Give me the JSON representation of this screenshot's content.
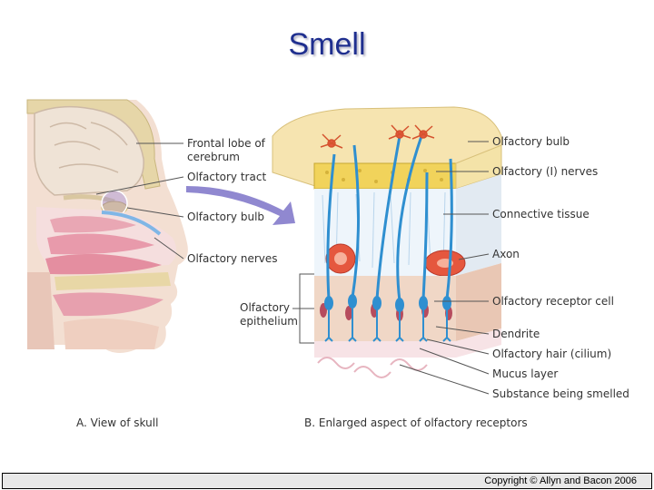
{
  "title": "Smell",
  "skull_labels": {
    "frontal_lobe_line1": "Frontal lobe of",
    "frontal_lobe_line2": "cerebrum",
    "olfactory_tract": "Olfactory tract",
    "olfactory_bulb": "Olfactory bulb",
    "olfactory_nerves": "Olfactory nerves",
    "epithelium_line1": "Olfactory",
    "epithelium_line2": "epithelium"
  },
  "receptor_labels": {
    "olfactory_bulb": "Olfactory bulb",
    "olfactory_nerves": "Olfactory (I) nerves",
    "connective_tissue": "Connective tissue",
    "axon": "Axon",
    "receptor_cell": "Olfactory receptor cell",
    "dendrite": "Dendrite",
    "hair": "Olfactory hair (cilium)",
    "mucus": "Mucus layer",
    "substance": "Substance being smelled"
  },
  "captions": {
    "a": "A. View of skull",
    "b": "B. Enlarged aspect of olfactory receptors"
  },
  "footer": {
    "copyright": "Copyright © Allyn and Bacon 2006"
  },
  "colors": {
    "title": "#1f2f8f",
    "nerve_blue": "#2f8fd0",
    "bulb_yellow": "#f2dc8a",
    "skin": "#f2c9b4",
    "brain": "#efe3d6",
    "mucosa_pink": "#e9a7b4",
    "callout_purple": "#6f5fc0"
  }
}
